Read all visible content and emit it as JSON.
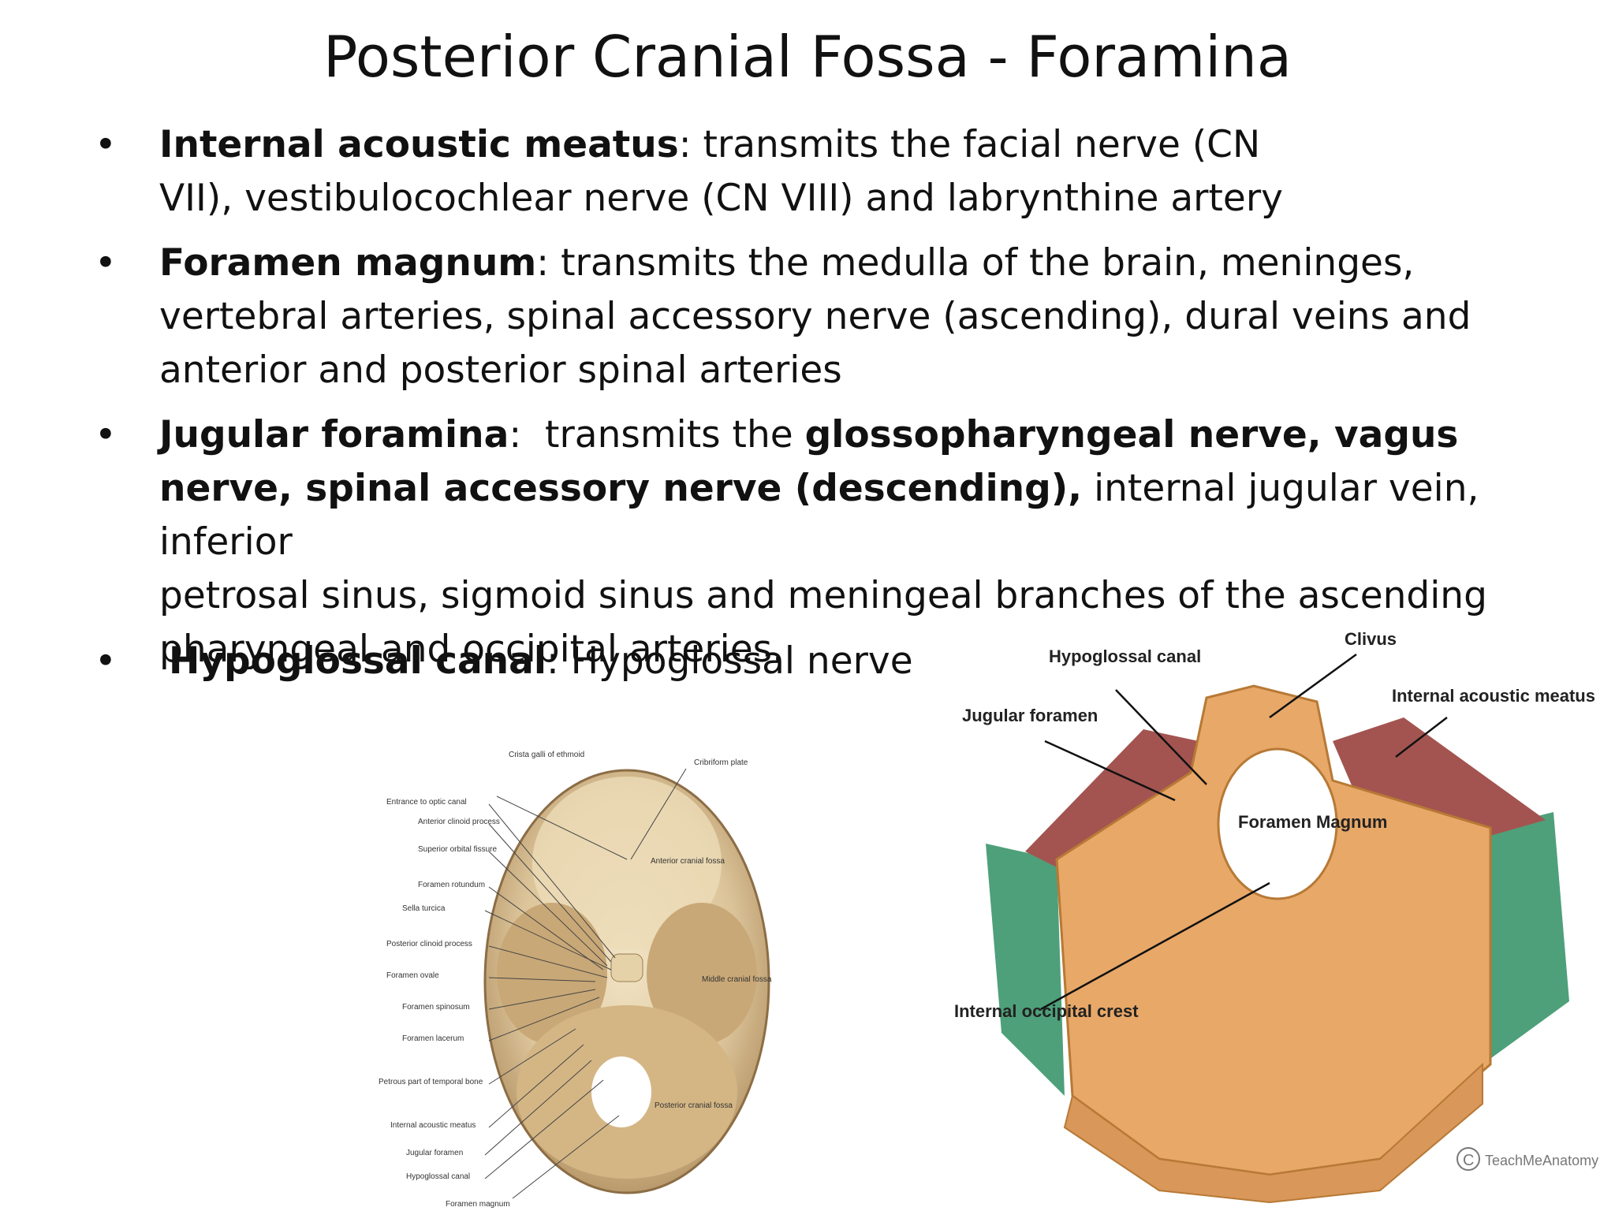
{
  "slide": {
    "title": "Posterior Cranial Fossa - Foramina",
    "bullets": [
      {
        "term": "Internal acoustic meatus",
        "sep": ":",
        "text1": " transmits the facial nerve (CN",
        "text2": "VII), vestibulocochlear nerve (CN VIII) and labrynthine artery"
      },
      {
        "term": "Foramen magnum",
        "sep": ":",
        "text1": " transmits the medulla of the brain, meninges,",
        "text2": "vertebral arteries, spinal accessory nerve (ascending), dural veins and",
        "text3": "anterior and posterior spinal arteries"
      },
      {
        "term": "Jugular foramina",
        "sep": ":",
        "pre": "  transmits the ",
        "bold1": "glossopharyngeal nerve, vagus",
        "bold2": "nerve, spinal accessory nerve (descending),",
        "text2": " internal jugular vein, inferior",
        "text3": "petrosal sinus, sigmoid sinus and meningeal branches of the ascending",
        "text4": "pharyngeal and occipital arteries."
      },
      {
        "term": "Hypoglossal canal",
        "sep": ":",
        "text1": " Hypoglossal nerve"
      }
    ],
    "bullet_glyph": "•"
  },
  "figure_left": {
    "labels_left": [
      "Entrance to optic canal",
      "Anterior clinoid process",
      "Superior orbital fissure",
      "Foramen rotundum",
      "Sella turcica",
      "Posterior clinoid process",
      "Foramen ovale",
      "Foramen spinosum",
      "Foramen lacerum",
      "Petrous part of temporal bone",
      "Internal acoustic meatus",
      "Jugular foramen",
      "Hypoglossal canal",
      "Foramen magnum"
    ],
    "labels_top": [
      "Crista galli of ethmoid",
      "Cribriform plate"
    ],
    "labels_right": [
      "Anterior cranial fossa",
      "Middle cranial fossa",
      "Posterior cranial fossa"
    ]
  },
  "figure_right": {
    "labels": {
      "clivus": "Clivus",
      "hypoglossal": "Hypoglossal canal",
      "jugular": "Jugular foramen",
      "iam": "Internal acoustic meatus",
      "fm": "Foramen Magnum",
      "ioc": "Internal occipital crest"
    },
    "credit": "TeachMeAnatomy",
    "credit_symbol": "C"
  },
  "colors": {
    "bone": "#e8a868",
    "bone_dark": "#c98443",
    "red": "#a35450",
    "green": "#4ea07a",
    "skull_left": "#d9c39a"
  }
}
